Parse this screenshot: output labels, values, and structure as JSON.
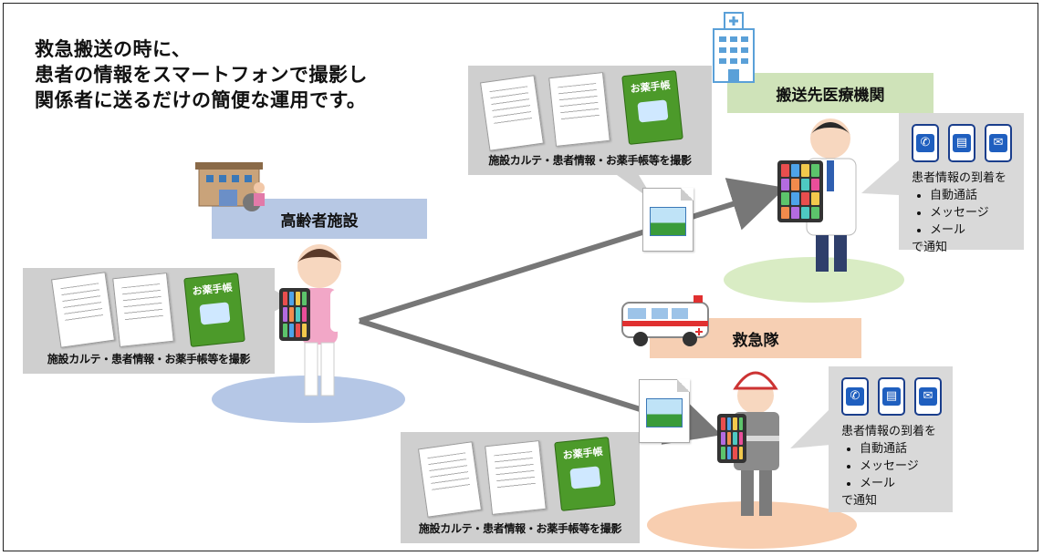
{
  "headline": {
    "line1": "救急搬送の時に、",
    "line2": "患者の情報をスマートフォンで撮影し",
    "line3": "関係者に送るだけの簡便な運用です。"
  },
  "facility": {
    "label": "高齢者施設"
  },
  "hospital": {
    "label": "搬送先医療機関"
  },
  "ambulance": {
    "label": "救急隊"
  },
  "book_title": "お薬手帳",
  "photo_caption": "施設カルテ・患者情報・お薬手帳等を撮影",
  "notification": {
    "heading": "患者情報の到着を",
    "items": [
      "自動通話",
      "メッセージ",
      "メール"
    ],
    "footer": "で通知"
  },
  "colors": {
    "facility_band": "#b7c8e4",
    "hospital_band": "#cfe3b9",
    "ambulance_band": "#f6cfb3",
    "facility_ground": "#b5c7e6",
    "hospital_ground": "#d9ecc4",
    "ambulance_ground": "#f8ceb0",
    "arrow": "#777777",
    "panel_gray": "#cfcfcf"
  }
}
